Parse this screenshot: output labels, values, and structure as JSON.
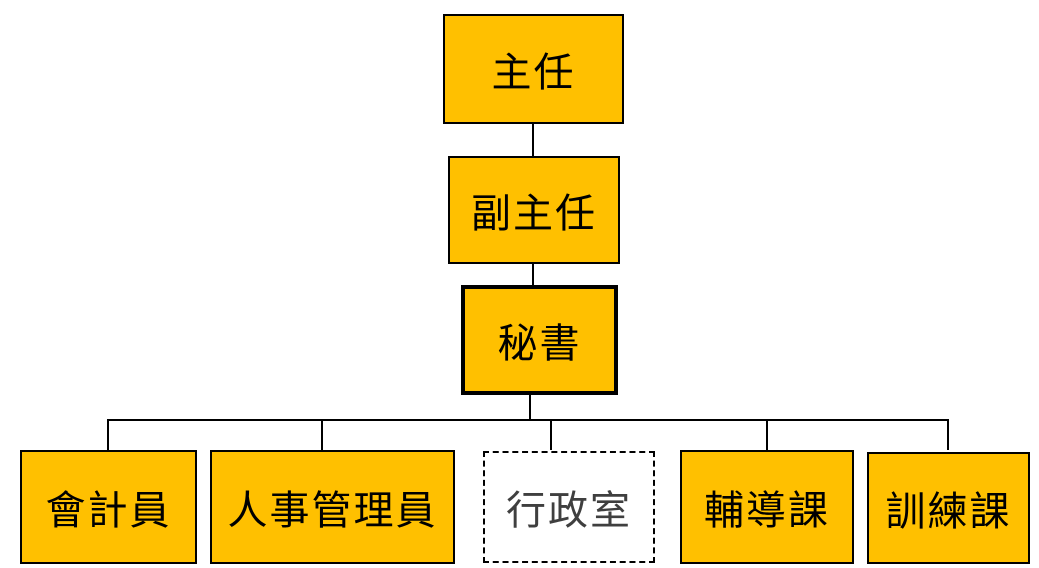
{
  "chart": {
    "type": "org-chart",
    "colors": {
      "box_fill": "#FFC000",
      "box_border": "#000000",
      "dashed_box_fill": "#FFFFFF",
      "line_color": "#000000"
    },
    "nodes": [
      {
        "id": "director",
        "label": "主任",
        "border": "solid"
      },
      {
        "id": "deputy-director",
        "label": "副主任",
        "border": "solid"
      },
      {
        "id": "secretary",
        "label": "秘書",
        "border": "thick"
      },
      {
        "id": "accountant",
        "label": "會計員",
        "border": "solid"
      },
      {
        "id": "personnel-manager",
        "label": "人事管理員",
        "border": "solid"
      },
      {
        "id": "admin-office",
        "label": "行政室",
        "border": "dashed"
      },
      {
        "id": "counseling-section",
        "label": "輔導課",
        "border": "solid"
      },
      {
        "id": "training-section",
        "label": "訓練課",
        "border": "solid"
      }
    ],
    "edges": [
      {
        "from": "director",
        "to": "deputy-director"
      },
      {
        "from": "deputy-director",
        "to": "secretary"
      },
      {
        "from": "secretary",
        "to": "accountant"
      },
      {
        "from": "secretary",
        "to": "personnel-manager"
      },
      {
        "from": "secretary",
        "to": "admin-office"
      },
      {
        "from": "secretary",
        "to": "counseling-section"
      },
      {
        "from": "secretary",
        "to": "training-section"
      }
    ]
  }
}
